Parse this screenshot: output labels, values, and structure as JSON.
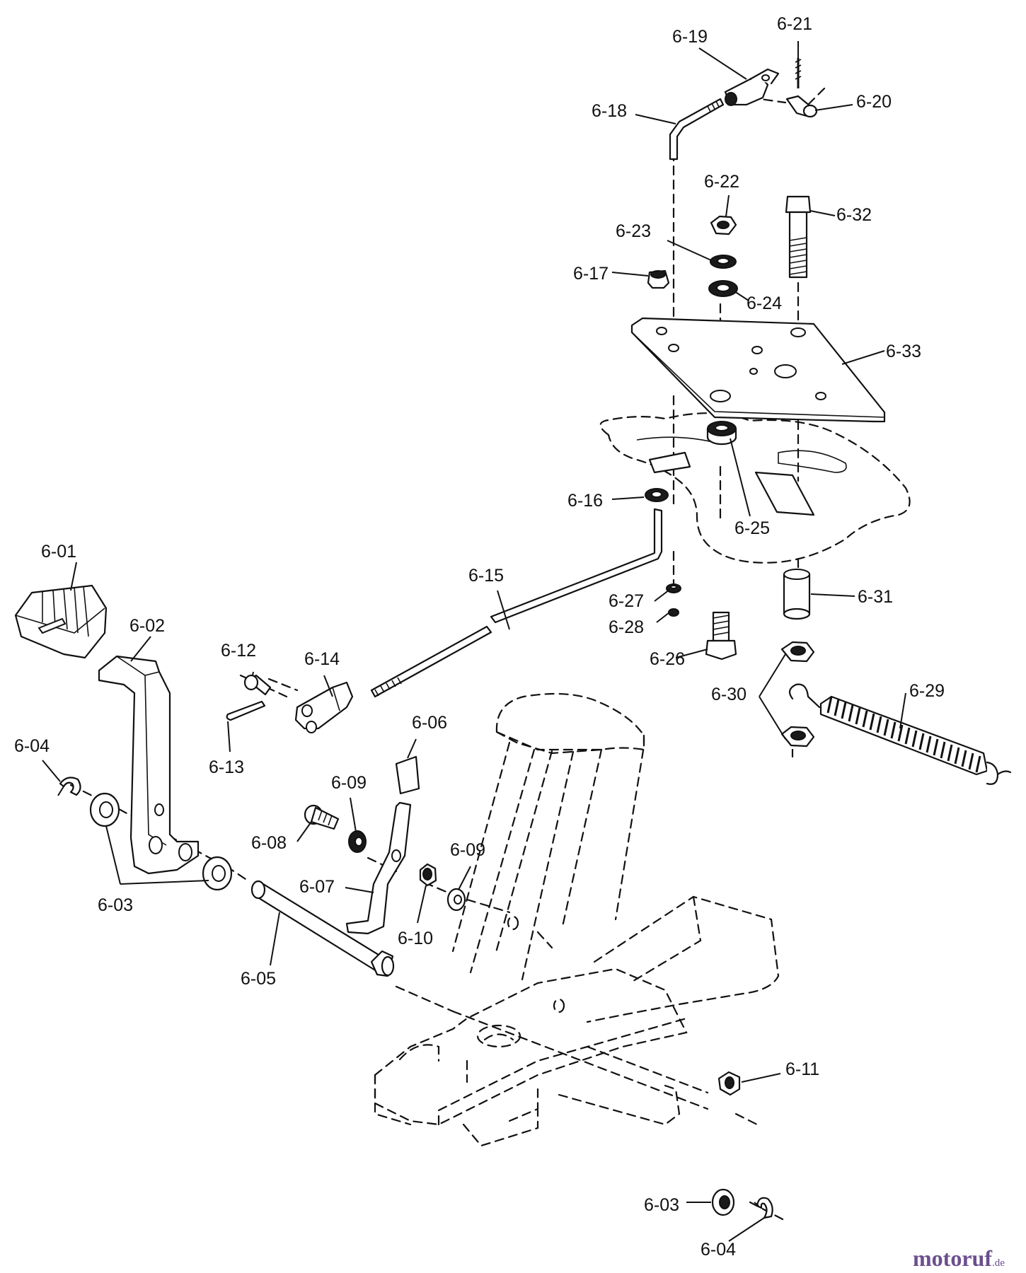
{
  "callouts": [
    {
      "id": "p01",
      "label": "6-01"
    },
    {
      "id": "p02",
      "label": "6-02"
    },
    {
      "id": "p03a",
      "label": "6-03"
    },
    {
      "id": "p03b",
      "label": "6-03"
    },
    {
      "id": "p04a",
      "label": "6-04"
    },
    {
      "id": "p04b",
      "label": "6-04"
    },
    {
      "id": "p05",
      "label": "6-05"
    },
    {
      "id": "p06",
      "label": "6-06"
    },
    {
      "id": "p07",
      "label": "6-07"
    },
    {
      "id": "p08",
      "label": "6-08"
    },
    {
      "id": "p09a",
      "label": "6-09"
    },
    {
      "id": "p09b",
      "label": "6-09"
    },
    {
      "id": "p10",
      "label": "6-10"
    },
    {
      "id": "p11",
      "label": "6-11"
    },
    {
      "id": "p12",
      "label": "6-12"
    },
    {
      "id": "p13",
      "label": "6-13"
    },
    {
      "id": "p14",
      "label": "6-14"
    },
    {
      "id": "p15",
      "label": "6-15"
    },
    {
      "id": "p16",
      "label": "6-16"
    },
    {
      "id": "p17",
      "label": "6-17"
    },
    {
      "id": "p18",
      "label": "6-18"
    },
    {
      "id": "p19",
      "label": "6-19"
    },
    {
      "id": "p20",
      "label": "6-20"
    },
    {
      "id": "p21",
      "label": "6-21"
    },
    {
      "id": "p22",
      "label": "6-22"
    },
    {
      "id": "p23",
      "label": "6-23"
    },
    {
      "id": "p24",
      "label": "6-24"
    },
    {
      "id": "p25",
      "label": "6-25"
    },
    {
      "id": "p26",
      "label": "6-26"
    },
    {
      "id": "p27",
      "label": "6-27"
    },
    {
      "id": "p28",
      "label": "6-28"
    },
    {
      "id": "p29",
      "label": "6-29"
    },
    {
      "id": "p30",
      "label": "6-30"
    },
    {
      "id": "p31",
      "label": "6-31"
    },
    {
      "id": "p32",
      "label": "6-32"
    },
    {
      "id": "p33",
      "label": "6-33"
    }
  ],
  "watermark": {
    "brand": "motoruf",
    "suffix": ".de"
  },
  "colors": {
    "ink": "#111111",
    "watermark_dark": "#6b4f8f",
    "watermark_accent": "#c44f2a"
  }
}
